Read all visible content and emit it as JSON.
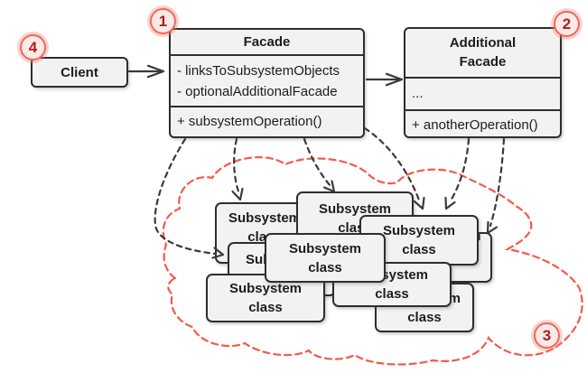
{
  "client": {
    "title": "Client"
  },
  "facade": {
    "title": "Facade",
    "fields": [
      "- linksToSubsystemObjects",
      "- optionalAdditionalFacade"
    ],
    "methods": [
      "+ subsystemOperation()"
    ]
  },
  "additional_facade": {
    "title_line1": "Additional",
    "title_line2": "Facade",
    "fields": [
      "..."
    ],
    "methods": [
      "+ anotherOperation()"
    ]
  },
  "subsystem": {
    "line1": "Subsystem",
    "line2": "class",
    "count": 9
  },
  "badges": [
    "1",
    "2",
    "3",
    "4"
  ],
  "colors": {
    "cloud_red": "#f45a48",
    "badge_ring": "#ec6a5c",
    "badge_fill": "#fbe9e6",
    "badge_number": "#a6221b",
    "box_fill": "#f2f2f2",
    "box_border": "#2e2e2e",
    "arrow_dark": "#3a3a3a"
  }
}
